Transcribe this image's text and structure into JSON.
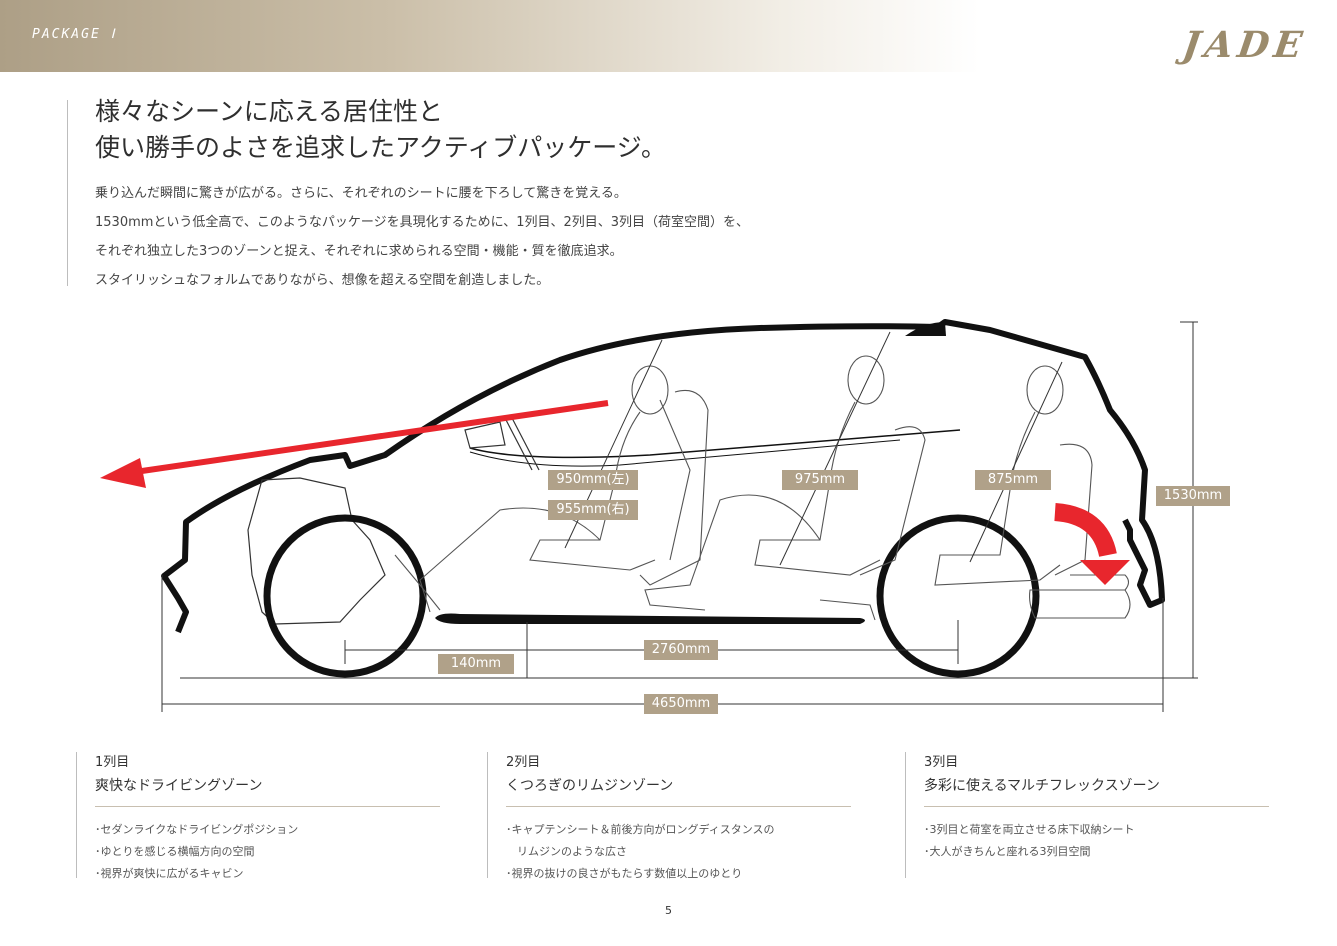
{
  "header": {
    "section_label": "PACKAGE Ⅰ",
    "logo": "JADE"
  },
  "headline": {
    "line1": "様々なシーンに応える居住性と",
    "line2": "使い勝手のよさを追求したアクティブパッケージ。"
  },
  "intro": [
    "乗り込んだ瞬間に驚きが広がる。さらに、それぞれのシートに腰を下ろして驚きを覚える。",
    "1530mmという低全高で、このようなパッケージを具現化するために、1列目、2列目、3列目（荷室空間）を、",
    "それぞれ独立した3つのゾーンと捉え、それぞれに求められる空間・機能・質を徹底追求。",
    "スタイリッシュなフォルムでありながら、想像を超える空間を創造しました。"
  ],
  "dimensions": {
    "row1_left": "950mm(左)",
    "row1_right": "955mm(右)",
    "row2": "975mm",
    "row3": "875mm",
    "height": "1530mm",
    "ground": "140mm",
    "wheelbase": "2760mm",
    "length": "4650mm"
  },
  "zones": [
    {
      "number": "1列目",
      "title": "爽快なドライビングゾーン",
      "items": [
        "･セダンライクなドライビングポジション",
        "･ゆとりを感じる横幅方向の空間",
        "･視界が爽快に広がるキャビン"
      ]
    },
    {
      "number": "2列目",
      "title": "くつろぎのリムジンゾーン",
      "items": [
        "･キャプテンシート＆前後方向がロングディスタンスの",
        "　リムジンのような広さ",
        "･視界の抜けの良さがもたらす数値以上のゆとり"
      ]
    },
    {
      "number": "3列目",
      "title": "多彩に使えるマルチフレックスゾーン",
      "items": [
        "･3列目と荷室を両立させる床下収納シート",
        "･大人がきちんと座れる3列目空間"
      ]
    }
  ],
  "page_number": "5",
  "colors": {
    "accent": "#b0a189",
    "arrow": "#e8262d",
    "logo": "#9b8b6c"
  }
}
